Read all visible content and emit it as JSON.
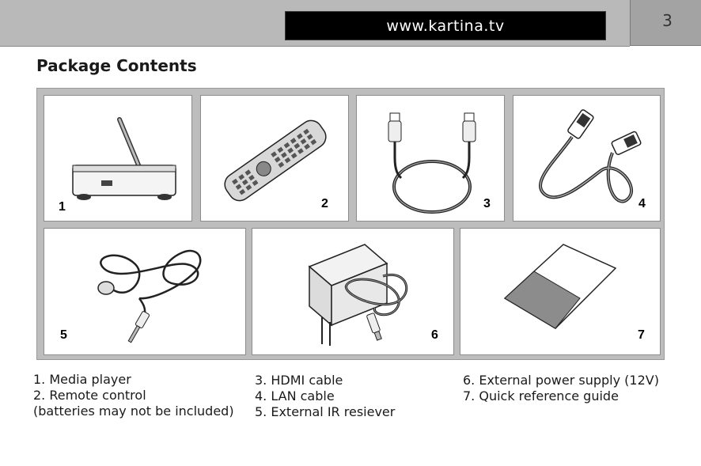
{
  "header": {
    "website": "www.kartina.tv",
    "page_number": "3"
  },
  "section_title": "Package Contents",
  "items": [
    {
      "number": "1",
      "icon": "media-player-icon"
    },
    {
      "number": "2",
      "icon": "remote-control-icon"
    },
    {
      "number": "3",
      "icon": "hdmi-cable-icon"
    },
    {
      "number": "4",
      "icon": "lan-cable-icon"
    },
    {
      "number": "5",
      "icon": "ir-receiver-icon"
    },
    {
      "number": "6",
      "icon": "power-supply-icon"
    },
    {
      "number": "7",
      "icon": "quick-guide-icon"
    }
  ],
  "captions": {
    "col1": [
      "1. Media player",
      "2. Remote control",
      "(batteries may not be included)"
    ],
    "col2": [
      "3. HDMI cable",
      "4. LAN cable",
      "5. External IR resiever"
    ],
    "col3": [
      "6. External power supply (12V)",
      "7. Quick reference guide"
    ]
  }
}
